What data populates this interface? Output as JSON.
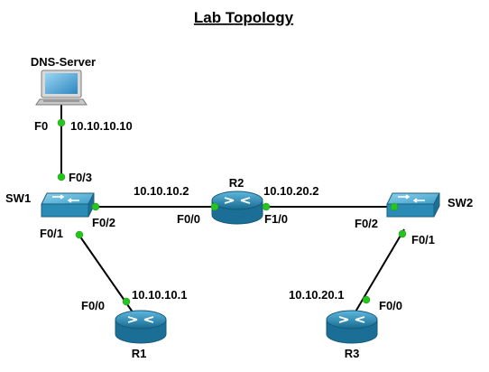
{
  "title": "Lab Topology",
  "colors": {
    "link": "#000000",
    "port_dot": "#27c41f",
    "router_body": "#1e7fa8",
    "switch_body": "#2f9ac4"
  },
  "devices": {
    "dns_server": {
      "label": "DNS-Server",
      "icon": "computer-icon"
    },
    "sw1": {
      "label": "SW1",
      "icon": "switch-icon"
    },
    "sw2": {
      "label": "SW2",
      "icon": "switch-icon"
    },
    "r1": {
      "label": "R1",
      "icon": "router-icon"
    },
    "r2": {
      "label": "R2",
      "icon": "router-icon"
    },
    "r3": {
      "label": "R3",
      "icon": "router-icon"
    }
  },
  "interfaces": {
    "dns_f0": "F0",
    "dns_ip": "10.10.10.10",
    "sw1_f03": "F0/3",
    "sw1_f02": "F0/2",
    "sw1_f01": "F0/1",
    "r2_f00": "F0/0",
    "r2_f10": "F1/0",
    "r2_ip_left": "10.10.10.2",
    "r2_ip_right": "10.10.20.2",
    "sw2_f02": "F0/2",
    "sw2_f01": "F0/1",
    "r1_f00": "F0/0",
    "r1_ip": "10.10.10.1",
    "r3_f00": "F0/0",
    "r3_ip": "10.10.20.1"
  }
}
